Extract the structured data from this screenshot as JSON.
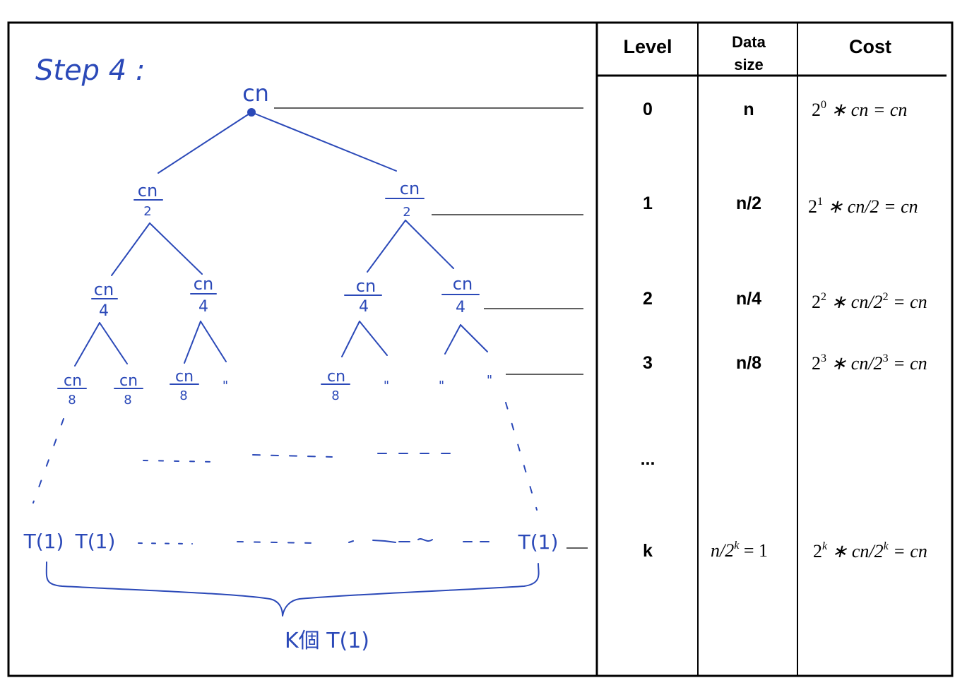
{
  "title": "Step 4 :",
  "tree": {
    "root": "cn",
    "level1": [
      {
        "num": "cn",
        "den": "2"
      },
      {
        "num": "cn",
        "den": "2"
      }
    ],
    "level2": [
      {
        "num": "cn",
        "den": "4"
      },
      {
        "num": "cn",
        "den": "4"
      },
      {
        "num": "cn",
        "den": "4"
      },
      {
        "num": "cn",
        "den": "4"
      }
    ],
    "level3": [
      {
        "num": "cn",
        "den": "8"
      },
      {
        "num": "cn",
        "den": "8"
      },
      {
        "num": "cn",
        "den": "8"
      },
      {
        "num": "cn",
        "den": "8"
      }
    ],
    "ditto_mark": "\"",
    "leaves": [
      "T(1)",
      "T(1)",
      "T(1)"
    ],
    "brace_label": "K個 T(1)"
  },
  "table": {
    "headers": {
      "level": "Level",
      "data_line1": "Data",
      "data_line2": "size",
      "cost": "Cost"
    },
    "rows": [
      {
        "level": "0",
        "size": "n"
      },
      {
        "level": "1",
        "size": "n/2"
      },
      {
        "level": "2",
        "size": "n/4"
      },
      {
        "level": "3",
        "size": "n/8"
      },
      {
        "level": "...",
        "size": ""
      },
      {
        "level": "k",
        "size": ""
      }
    ],
    "last_size": {
      "base": "n/2",
      "exp": "k",
      "rest": " = 1"
    },
    "cost": [
      {
        "base": "2",
        "exp": "0",
        "rest": " ∗ cn = cn"
      },
      {
        "base": "2",
        "exp": "1",
        "rest": " ∗ cn/2 = cn"
      },
      {
        "base": "2",
        "exp": "2",
        "rest": " ∗ cn/2",
        "exp2": "2",
        "tail": " = cn"
      },
      {
        "base": "2",
        "exp": "3",
        "rest": " ∗ cn/2",
        "exp2": "3",
        "tail": " = cn"
      },
      {
        "base": "2",
        "exp": "k",
        "rest": " ∗ cn/2",
        "exp2": "k",
        "tail": " = cn"
      }
    ]
  }
}
